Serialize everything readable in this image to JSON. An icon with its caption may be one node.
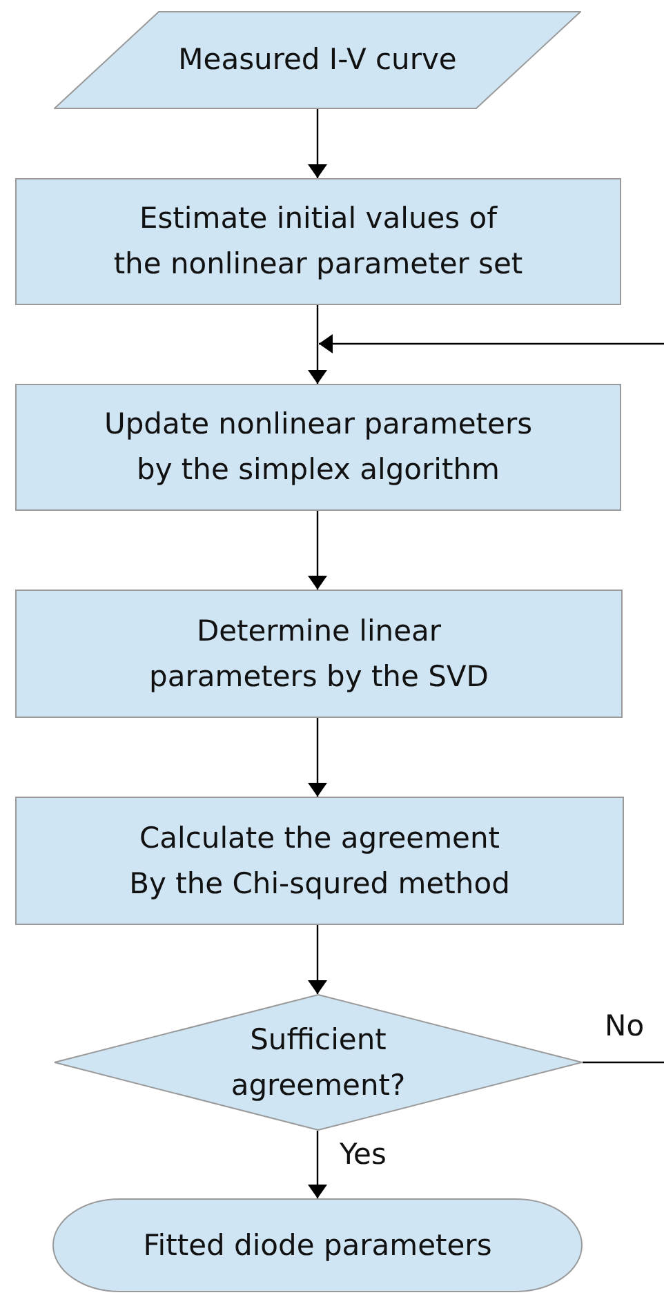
{
  "diagram": {
    "nodes": [
      {
        "text": [
          "Measured I-V curve"
        ]
      },
      {
        "text": [
          "Estimate initial values of the nonlinear parameter set"
        ]
      },
      {
        "text": [
          "Update nonlinear parameters by the simplex algorithm"
        ]
      },
      {
        "text": [
          "Determine linear parameters by the SVD"
        ]
      },
      {
        "text": [
          "Calculate the agreement By the Chi-squred method"
        ]
      },
      {
        "text": [
          "Sufficient agreement?"
        ]
      },
      {
        "text": [
          "Fitted diode parameters"
        ]
      }
    ],
    "edges": [
      {
        "from": 0,
        "to": 1,
        "arrow": "to"
      },
      {
        "from": 1,
        "to": 2,
        "arrow": "to"
      },
      {
        "from": 2,
        "to": 3,
        "arrow": "to"
      },
      {
        "from": 3,
        "to": 4,
        "arrow": "to"
      },
      {
        "from": 4,
        "to": 5,
        "arrow": "to"
      },
      {
        "from": 5,
        "to": 6,
        "arrow": "to",
        "label": "Yes"
      },
      {
        "from": 5,
        "to": null,
        "arrow": "none",
        "label": "No"
      },
      {
        "from": null,
        "to": 2,
        "arrow": "to"
      }
    ]
  }
}
